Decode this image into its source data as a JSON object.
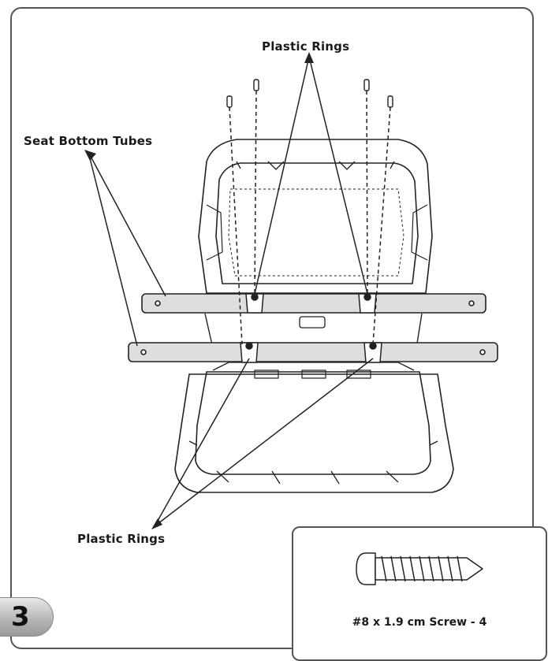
{
  "labels": {
    "plastic_rings_top": "Plastic Rings",
    "seat_bottom_tubes": "Seat Bottom Tubes",
    "plastic_rings_bottom": "Plastic Rings"
  },
  "hardware": {
    "caption": "#8 x 1.9 cm Screw - 4"
  },
  "step": {
    "number": "3"
  }
}
